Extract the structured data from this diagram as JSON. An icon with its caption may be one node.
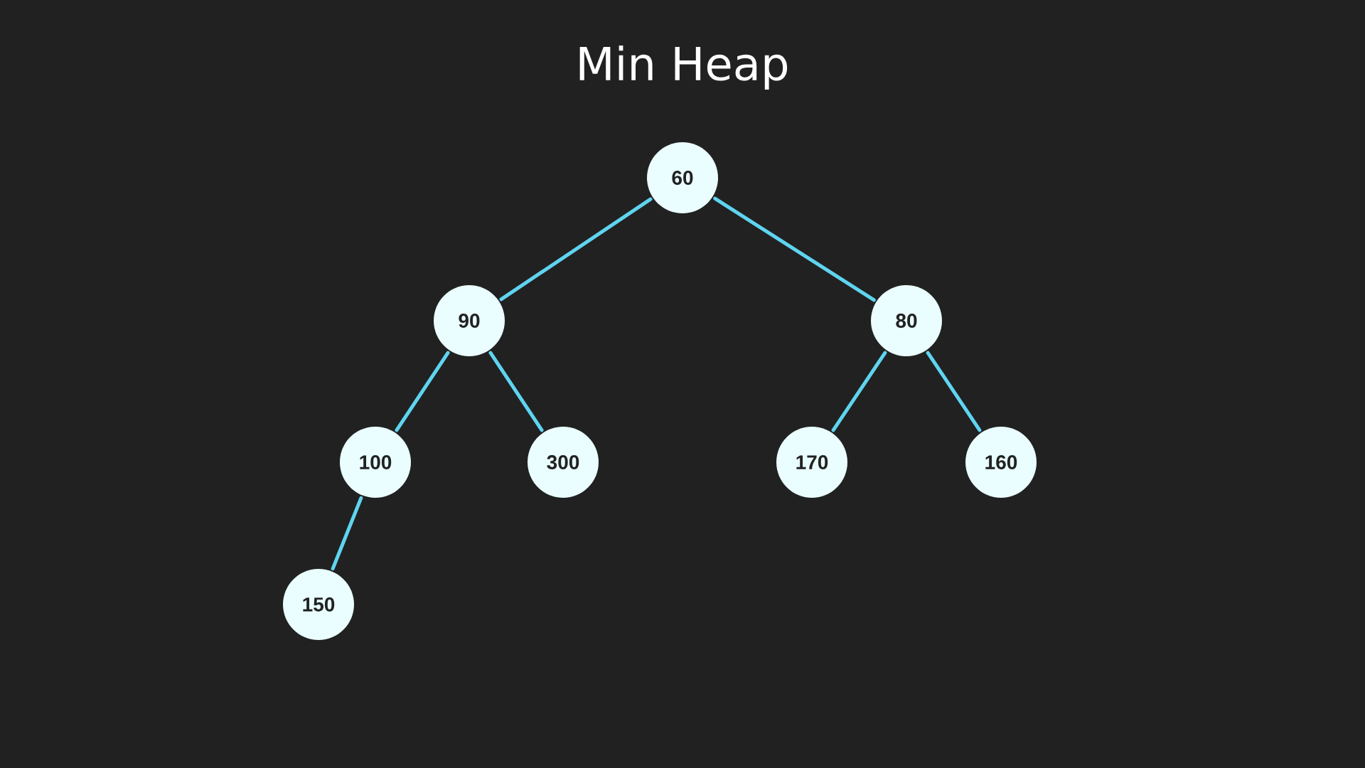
{
  "diagram": {
    "title": "Min Heap",
    "nodes": [
      {
        "text": [
          "60"
        ]
      },
      {
        "text": [
          "90"
        ]
      },
      {
        "text": [
          "80"
        ]
      },
      {
        "text": [
          "100"
        ]
      },
      {
        "text": [
          "300"
        ]
      },
      {
        "text": [
          "170"
        ]
      },
      {
        "text": [
          "160"
        ]
      },
      {
        "text": [
          "150"
        ]
      }
    ],
    "edges": [
      {
        "from": 0,
        "to": 1,
        "arrow": "none"
      },
      {
        "from": 0,
        "to": 2,
        "arrow": "none"
      },
      {
        "from": 1,
        "to": 3,
        "arrow": "none"
      },
      {
        "from": 1,
        "to": 4,
        "arrow": "none"
      },
      {
        "from": 2,
        "to": 5,
        "arrow": "none"
      },
      {
        "from": 2,
        "to": 6,
        "arrow": "none"
      },
      {
        "from": 3,
        "to": 7,
        "arrow": "none"
      }
    ]
  }
}
